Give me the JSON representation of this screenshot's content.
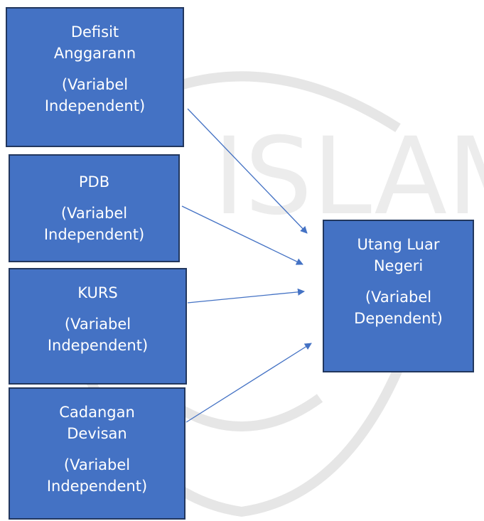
{
  "watermark": {
    "text": "ISLAM"
  },
  "nodes": {
    "defisit": {
      "title_lines": [
        "Defisit",
        "Anggarann"
      ],
      "note_lines": [
        "(Variabel",
        "Independent)"
      ]
    },
    "pdb": {
      "title_lines": [
        "PDB"
      ],
      "note_lines": [
        "(Variabel",
        "Independent)"
      ]
    },
    "kurs": {
      "title_lines": [
        "KURS"
      ],
      "note_lines": [
        "(Variabel",
        "Independent)"
      ]
    },
    "cadangan": {
      "title_lines": [
        "Cadangan",
        "Devisan"
      ],
      "note_lines": [
        "(Variabel",
        "Independent)"
      ]
    },
    "utang": {
      "title_lines": [
        "Utang Luar",
        "Negeri"
      ],
      "note_lines": [
        "(Variabel",
        "Dependent)"
      ]
    }
  },
  "colors": {
    "box_fill": "#4472c4",
    "box_border": "#22375e",
    "arrow": "#4472c4",
    "watermark": "#e8e8e8"
  }
}
